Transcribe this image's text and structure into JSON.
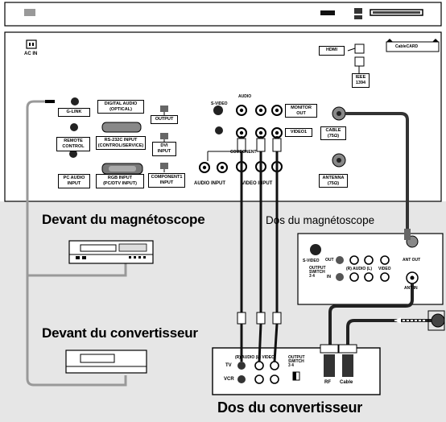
{
  "tv_panel": {
    "ac_in": "AC IN",
    "hdmi": "HDMI",
    "cablecard": "CableCARD",
    "ieee_line1": "IEEE",
    "ieee_line2": "1394",
    "g_link": "G-LINK",
    "digital_audio_line1": "DIGITAL AUDIO",
    "digital_audio_line2": "(OPTICAL)",
    "output": "OUTPUT",
    "rs232_line1": "RS-232C INPUT",
    "rs232_line2": "(CONTROL/SERVICE)",
    "dvi_line1": "DVI",
    "dvi_line2": "INPUT",
    "remote_line1": "REMOTE",
    "remote_line2": "CONTROL",
    "pc_audio_line1": "PC AUDIO",
    "pc_audio_line2": "INPUT",
    "rgb_line1": "RGB INPUT",
    "rgb_line2": "(PC/DTV INPUT)",
    "component1_line1": "COMPONENT1",
    "component1_line2": "INPUT",
    "svideo": "S-VIDEO",
    "audio_top": "AUDIO",
    "monitor_line1": "MONITOR",
    "monitor_line2": "OUT",
    "video1": "VIDEO1",
    "component": "COMPONENT",
    "audio_input": "AUDIO INPUT",
    "video_input": "VIDEO INPUT",
    "cable_line1": "CABLE",
    "cable_line2": "(75Ω)",
    "antenna_line1": "ANTENNA",
    "antenna_line2": "(75Ω)"
  },
  "captions": {
    "vcr_front": "Devant du magnétoscope",
    "vcr_back": "Dos du magnétoscope",
    "box_front": "Devant du convertisseur",
    "box_back": "Dos du convertisseur"
  },
  "vcr_panel": {
    "svideo": "S-VIDEO",
    "out": "OUT",
    "in": "IN",
    "audio": "(R) AUDIO (L)",
    "video": "VIDEO",
    "output_switch_line1": "OUTPUT",
    "output_switch_line2": "SWITCH",
    "switch_ch": "3  4",
    "ant_out": "ANT OUT",
    "ant_in": "ANT IN"
  },
  "box_panel": {
    "audio_video": "(R) AUDIO (L) VIDEO",
    "tv": "TV",
    "vcr": "VCR",
    "output_switch_line1": "OUTPUT",
    "output_switch_line2": "SWITCH",
    "switch_ch": "3  4",
    "rf": "RF",
    "cable": "Cable"
  }
}
